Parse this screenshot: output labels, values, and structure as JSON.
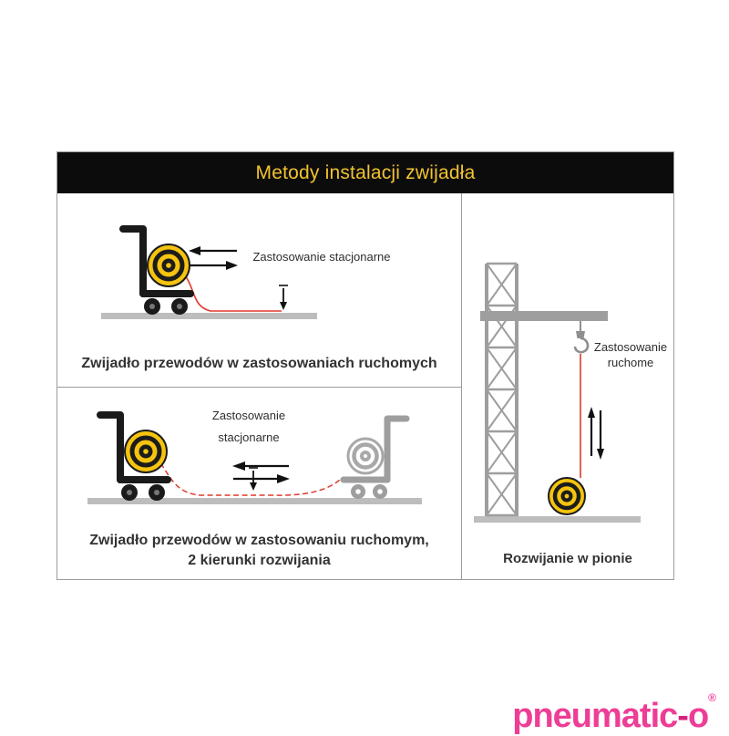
{
  "header": {
    "title": "Metody instalacji zwijadła"
  },
  "panels": {
    "top_left": {
      "label": "Zastosowanie stacjonarne",
      "caption": "Zwijadło przewodów w zastosowaniach ruchomych"
    },
    "bottom_left": {
      "label_line1": "Zastosowanie",
      "label_line2": "stacjonarne",
      "caption_line1": "Zwijadło przewodów w zastosowaniu ruchomym,",
      "caption_line2": "2 kierunki rozwijania"
    },
    "right": {
      "label_line1": "Zastosowanie",
      "label_line2": "ruchome",
      "caption": "Rozwijanie w pionie"
    }
  },
  "logo": {
    "text": "pneumatic",
    "dash": "-",
    "o": "o",
    "registered": "®"
  },
  "icons": {
    "hand_truck": "hand-truck-silhouette",
    "reel": "concentric-circle-reel",
    "arrows": "double-direction-arrows",
    "down_arrow": "down-arrow",
    "tower": "lattice-crane-tower",
    "hook": "crane-hook"
  },
  "colors": {
    "header_bg": "#0c0c0c",
    "header_text": "#f2c230",
    "reel_yellow": "#f6c40e",
    "cable_red": "#e0392a",
    "ground_gray": "#bdbdbd",
    "cart_black": "#1a1a1a",
    "cart_gray": "#9e9e9e",
    "logo_pink": "#ee3d96"
  }
}
